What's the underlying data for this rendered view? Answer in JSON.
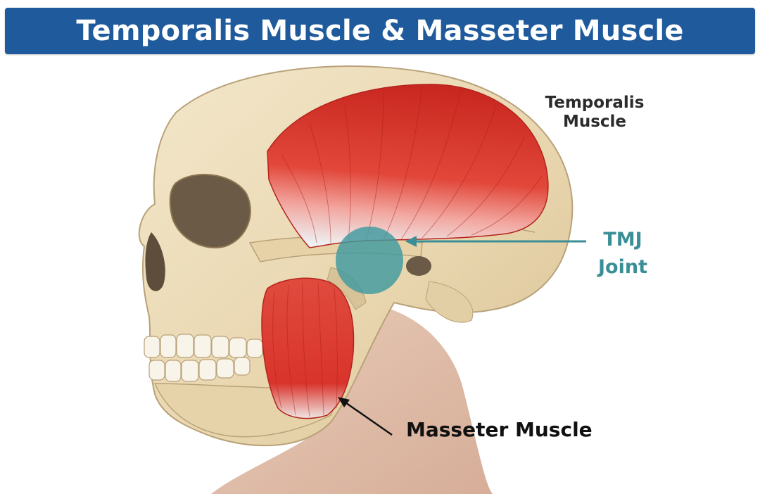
{
  "title": "Temporalis Muscle & Masseter Muscle",
  "labels": {
    "temporalis_line1": "Temporalis",
    "temporalis_line2": "Muscle",
    "tmj_line1": "TMJ",
    "tmj_line2": "Joint",
    "masseter": "Masseter Muscle"
  },
  "colors": {
    "banner": "#1f5b9c",
    "banner_text": "#ffffff",
    "bone": "#ead9b4",
    "muscle": "#d9342b",
    "tendon": "#eef0f2",
    "tmj_highlight": "#3f9aa0",
    "tmj_text": "#3a8f97",
    "neck": "#dcb39a"
  },
  "illustration": {
    "subject": "skull-lateral-view",
    "icons": [
      "skull",
      "temporalis-muscle",
      "masseter-muscle",
      "tmj-highlight"
    ]
  }
}
